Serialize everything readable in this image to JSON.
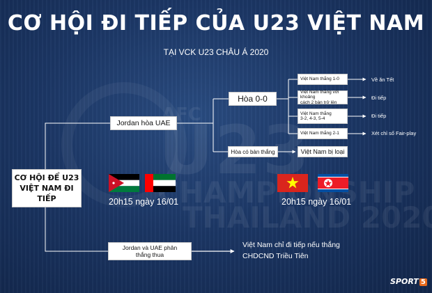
{
  "header": {
    "title": "CƠ HỘI ĐI TIẾP CỦA U23 VIỆT NAM",
    "subtitle": "TẠI VCK U23 CHÂU Á 2020"
  },
  "watermark": {
    "afc": "AFC",
    "u23": "U23",
    "champ": "CHAMPIONSHIP",
    "thailand": "THAILAND 2020"
  },
  "tree": {
    "root": {
      "line1": "CƠ HỘI ĐỂ U23",
      "line2": "VIỆT NAM ĐI TIẾP"
    },
    "jordan_draw_uae": "Jordan hòa UAE",
    "draw_00": "Hòa 0-0",
    "scoring_draw": "Hòa có bàn thắng",
    "vn_eliminated": "Việt Nam bị loại",
    "jordan_uae_decisive": {
      "line1": "Jordan và UAE phân",
      "line2": "thắng thua"
    },
    "leaves": [
      {
        "lines": [
          "Việt Nam thắng 1-0"
        ],
        "outcome": "Về ăn Tết"
      },
      {
        "lines": [
          "Việt Nam thắng với khoảng",
          "cách 2 bàn trở lên"
        ],
        "outcome": "Đi tiếp"
      },
      {
        "lines": [
          "Việt Nam thắng",
          "3-2, 4-3, 5-4"
        ],
        "outcome": "Đi tiếp"
      },
      {
        "lines": [
          "Việt Nam thắng 2-1"
        ],
        "outcome": "Xét chỉ số Fair-play"
      }
    ],
    "final_note": {
      "line1": "Việt Nam chỉ đi tiếp nếu thắng",
      "line2": "CHDCND Triều Tiên"
    }
  },
  "matches": [
    {
      "flags": [
        "jordan-flag",
        "uae-flag"
      ],
      "time": "20h15 ngày 16/01"
    },
    {
      "flags": [
        "vietnam-flag",
        "north-korea-flag"
      ],
      "time": "20h15 ngày 16/01"
    }
  ],
  "brand": {
    "name": "SPORT",
    "num": "5",
    "accent": "#e86a1c"
  },
  "colors": {
    "background": "#1c3766",
    "line": "#ffffff"
  }
}
